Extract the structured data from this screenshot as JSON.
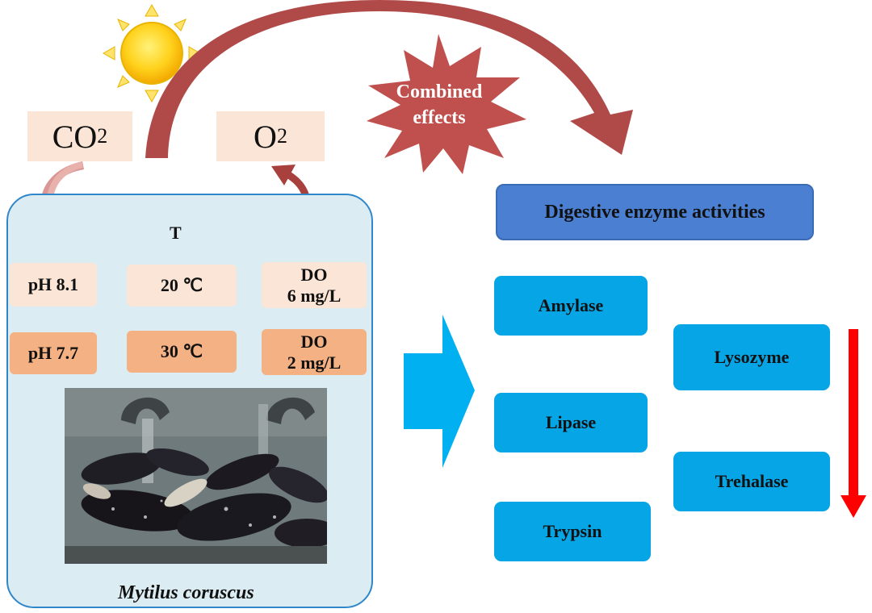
{
  "gases": {
    "co2": {
      "base": "CO",
      "sub": "2"
    },
    "o2": {
      "base": "O",
      "sub": "2"
    }
  },
  "effect_burst": {
    "line1": "Combined",
    "line2": "effects"
  },
  "tank": {
    "temperature_header": "T",
    "conditions": {
      "ph_high": "pH 8.1",
      "ph_low": "pH 7.7",
      "temp_low": "20 ℃",
      "temp_high": "30 ℃",
      "do_high_line1": "DO",
      "do_high_line2": "6 mg/L",
      "do_low_line1": "DO",
      "do_low_line2": "2 mg/L"
    },
    "species": "Mytilus coruscus"
  },
  "enzymes": {
    "header": "Digestive enzyme activities",
    "left": [
      "Amylase",
      "Lipase",
      "Trypsin"
    ],
    "right": [
      "Lysozyme",
      "Trehalase"
    ]
  },
  "colors": {
    "arc_arrow": "#b04a48",
    "burst": "#c0504d",
    "tank_fill": "#dcecf3",
    "tank_border": "#2f86c9",
    "light_condition": "#fbe5d6",
    "dark_condition": "#f4b183",
    "header_blue": "#4a7fd1",
    "enzyme_blue": "#06a5e6",
    "big_arrow": "#00b0f0",
    "decrease_arrow": "#ff0000"
  }
}
